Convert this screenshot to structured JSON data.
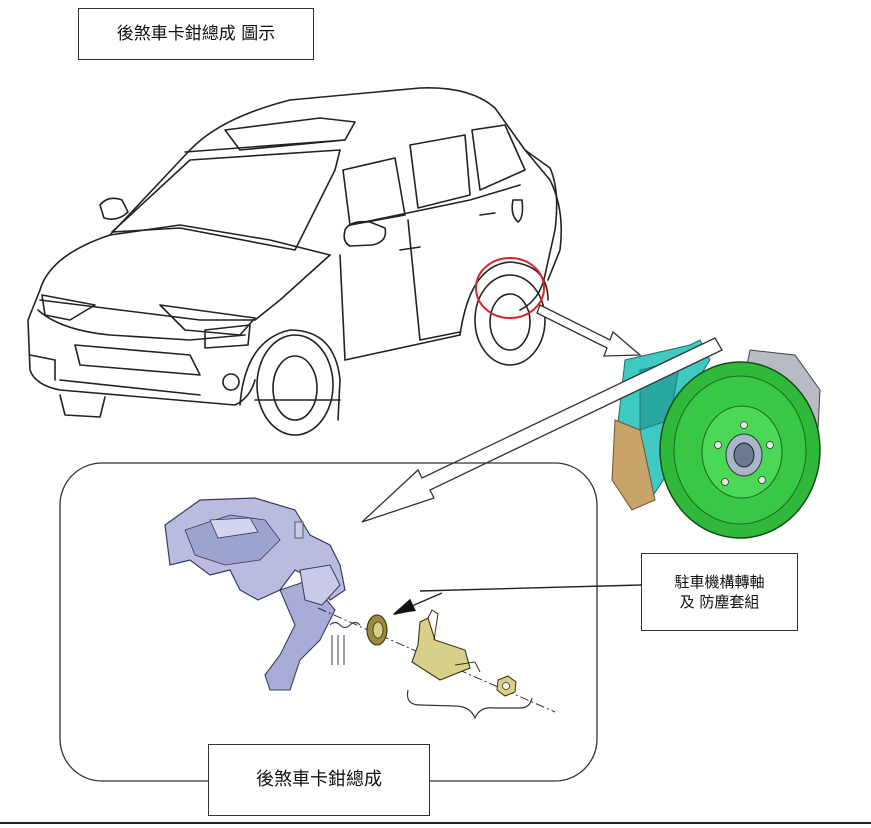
{
  "title": "後煞車卡鉗總成 圖示",
  "part_label": {
    "line1": "駐車機構轉軸",
    "line2": "及 防塵套組"
  },
  "assembly_label": "後煞車卡鉗總成",
  "colors": {
    "highlight_circle": "#d6262a",
    "rotor": "#2fb83a",
    "knuckle": "#3ec9c2",
    "caliper": "#b9bce0",
    "bracket": "#c9c27a",
    "line": "#222222"
  }
}
